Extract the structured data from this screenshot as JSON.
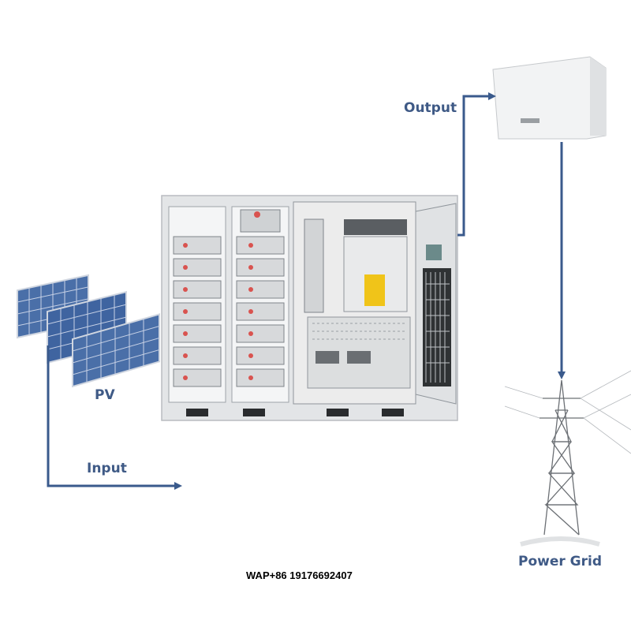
{
  "labels": {
    "output": "Output",
    "pv": "PV",
    "input": "Input",
    "power_grid": "Power Grid"
  },
  "footer": {
    "contact": "WAP+86 19176692407"
  },
  "colors": {
    "arrow": "#3a5a8c",
    "label": "#3f5a86",
    "panel": "#4a6fa8",
    "cabinet": "#e6e8ea"
  },
  "components": {
    "pv_array": "solar-panels",
    "storage_cabinet": "battery-energy-storage-cabinet",
    "inverter": "wall-mounted-inverter",
    "grid": "transmission-tower"
  }
}
